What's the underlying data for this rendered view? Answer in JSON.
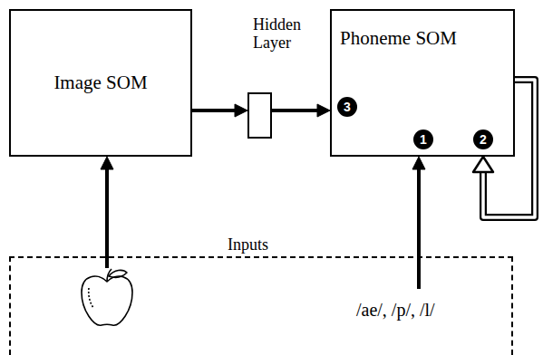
{
  "diagram": {
    "nodes": [
      {
        "text": [
          "Image SOM"
        ]
      },
      {
        "text": [
          "Hidden Layer"
        ]
      },
      {
        "text": [
          "Phoneme SOM"
        ]
      },
      {
        "text": [
          "Inputs"
        ]
      }
    ],
    "edges": [
      {
        "from": 0,
        "to": 1,
        "arrow": "to"
      },
      {
        "from": 1,
        "to": 2,
        "arrow": "to"
      },
      {
        "from": 2,
        "to": 2,
        "arrow": "to"
      },
      {
        "from": 3,
        "to": 0,
        "arrow": "to"
      },
      {
        "from": 3,
        "to": 2,
        "arrow": "to"
      }
    ],
    "labels": [
      "3",
      "1",
      "2",
      "/ae/, /p/, /l/"
    ]
  }
}
